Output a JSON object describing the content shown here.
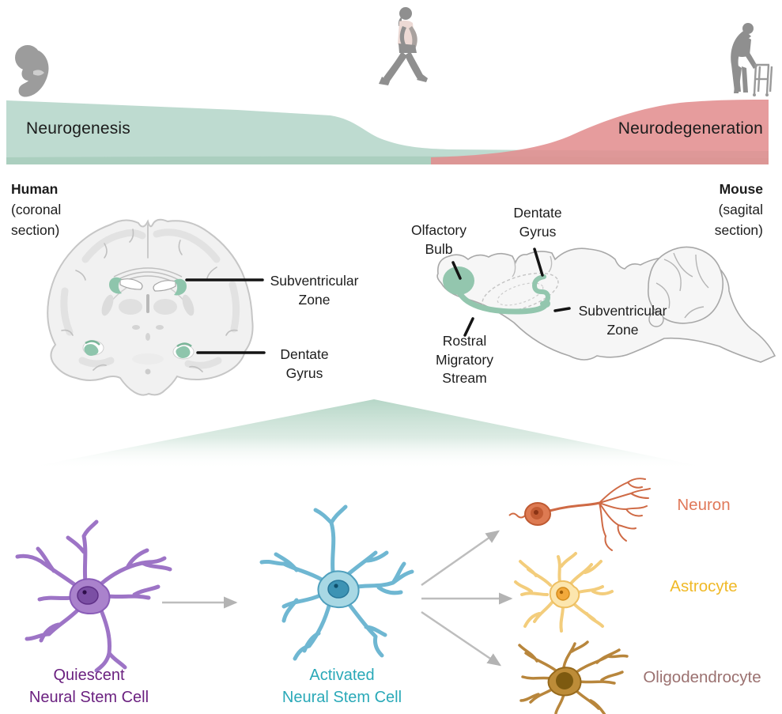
{
  "lifespan": {
    "neurogenesis": "Neurogenesis",
    "neurodegeneration": "Neurodegeneration",
    "neurogenesis_color": "#bedbd0",
    "neurodegeneration_color": "#e28e90"
  },
  "icons": {
    "fetus": "fetus-silhouette",
    "adult": "walking-adult-silhouette",
    "elderly": "elderly-with-walker-silhouette"
  },
  "human": {
    "title": "Human",
    "subtitle1": "(coronal",
    "subtitle2": "section)",
    "svz1": "Subventricular",
    "svz2": "Zone",
    "dg1": "Dentate",
    "dg2": "Gyrus"
  },
  "mouse": {
    "title": "Mouse",
    "subtitle1": "(sagital",
    "subtitle2": "section)",
    "ob1": "Olfactory",
    "ob2": "Bulb",
    "dg1": "Dentate",
    "dg2": "Gyrus",
    "rms1": "Rostral",
    "rms2": "Migratory",
    "rms3": "Stream",
    "svz1": "Subventricular",
    "svz2": "Zone"
  },
  "highlight_color": "#93c6ae",
  "cells": {
    "quiescent1": "Quiescent",
    "quiescent2": "Neural Stem Cell",
    "quiescent_color": "#6b2180",
    "activated1": "Activated",
    "activated2": "Neural Stem Cell",
    "activated_color": "#2aa9b8",
    "neuron": "Neuron",
    "neuron_color": "#e0795a",
    "astrocyte": "Astrocyte",
    "astrocyte_color": "#f0b927",
    "oligodendrocyte": "Oligodendrocyte",
    "oligodendrocyte_color": "#9b7170"
  }
}
